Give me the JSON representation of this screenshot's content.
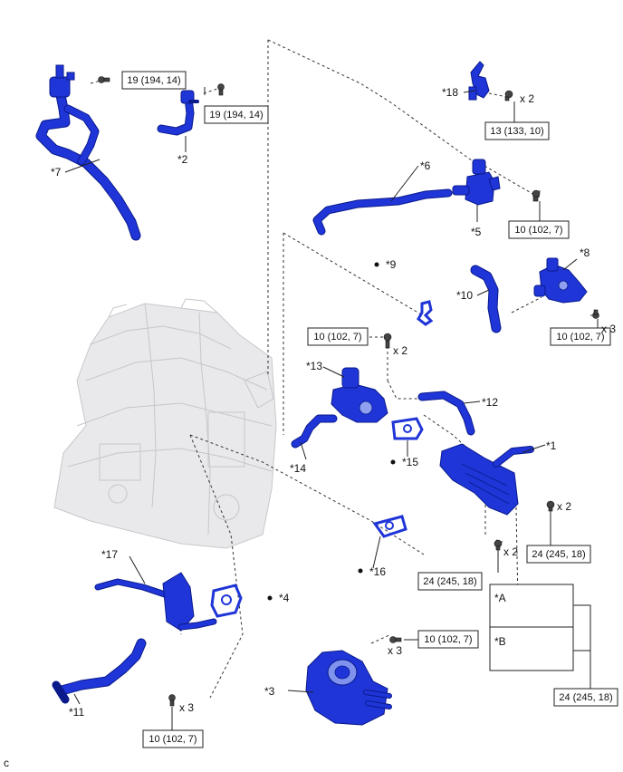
{
  "parts": {
    "p1": "*1",
    "p2": "*2",
    "p3": "*3",
    "p4": "*4",
    "p5": "*5",
    "p6": "*6",
    "p7": "*7",
    "p8": "*8",
    "p9": "*9",
    "p10": "*10",
    "p11": "*11",
    "p12": "*12",
    "p13": "*13",
    "p14": "*14",
    "p15": "*15",
    "p16": "*16",
    "p17": "*17",
    "p18": "*18"
  },
  "torques": {
    "t19a": "19 (194, 14)",
    "t19b": "19 (194, 14)",
    "t13": "13 (133, 10)",
    "t10_p5": "10 (102, 7)",
    "t10_p8": "10 (102, 7)",
    "t10_p13": "10 (102, 7)",
    "t24_p1": "24 (245, 18)",
    "t24_mid": "24 (245, 18)",
    "t24_legend": "24 (245, 18)",
    "t10_p3": "10 (102, 7)",
    "t10_p11": "10 (102, 7)"
  },
  "quantities": {
    "q18": "x 2",
    "q8": "x 3",
    "q13": "x 2",
    "q1": "x 2",
    "q24mid": "x 2",
    "q3": "x 3",
    "q11": "x 3"
  },
  "legend": {
    "a": "*A",
    "b": "*B"
  },
  "corner_code": "c",
  "icons": {
    "dot": "non-reusable-part-dot-icon",
    "bolt": "bolt-icon"
  },
  "colors": {
    "part": "#1f35d8",
    "engine": "#e9e9ec"
  }
}
